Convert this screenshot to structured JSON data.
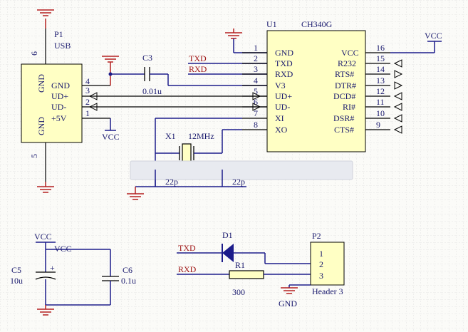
{
  "p1": {
    "designator": "P1",
    "comment": "USB",
    "pins": {
      "gnd": "GND",
      "udp": "UD+",
      "udm": "UD-",
      "v5": "+5V",
      "gnd_left": "GND"
    },
    "pin_numbers": {
      "top": "6",
      "bottom": "5",
      "p4": "4",
      "p3": "3",
      "p2": "2",
      "p1": "1"
    },
    "vcc_label": "VCC"
  },
  "u1": {
    "designator": "U1",
    "comment": "CH340G",
    "left_pins": [
      "GND",
      "TXD",
      "RXD",
      "V3",
      "UD+",
      "UD-",
      "XI",
      "XO"
    ],
    "left_numbers": [
      "1",
      "2",
      "3",
      "4",
      "5",
      "6",
      "7",
      "8"
    ],
    "right_pins": [
      "VCC",
      "R232",
      "RTS#",
      "DTR#",
      "DCD#",
      "RI#",
      "DSR#",
      "CTS#"
    ],
    "right_numbers": [
      "16",
      "15",
      "14",
      "13",
      "12",
      "11",
      "10",
      "9"
    ]
  },
  "c3": {
    "designator": "C3",
    "value": "0.01u"
  },
  "nets": {
    "txd": "TXD",
    "rxd": "RXD",
    "vcc": "VCC"
  },
  "x1": {
    "designator": "X1",
    "value": "12MHz",
    "cap_value": "22p"
  },
  "c5": {
    "designator": "C5",
    "value": "10u"
  },
  "c6": {
    "designator": "C6",
    "value": "0.1u"
  },
  "d1": {
    "designator": "D1"
  },
  "r1": {
    "designator": "R1",
    "value": "300"
  },
  "p2": {
    "designator": "P2",
    "comment": "Header 3",
    "pins": [
      "1",
      "2",
      "3"
    ]
  },
  "gnd_label": "GND",
  "colors": {
    "wire": "#1c1c8a",
    "ground": "#b52020",
    "component_fill": "#ffffc4",
    "text": "#1a1a6e"
  }
}
